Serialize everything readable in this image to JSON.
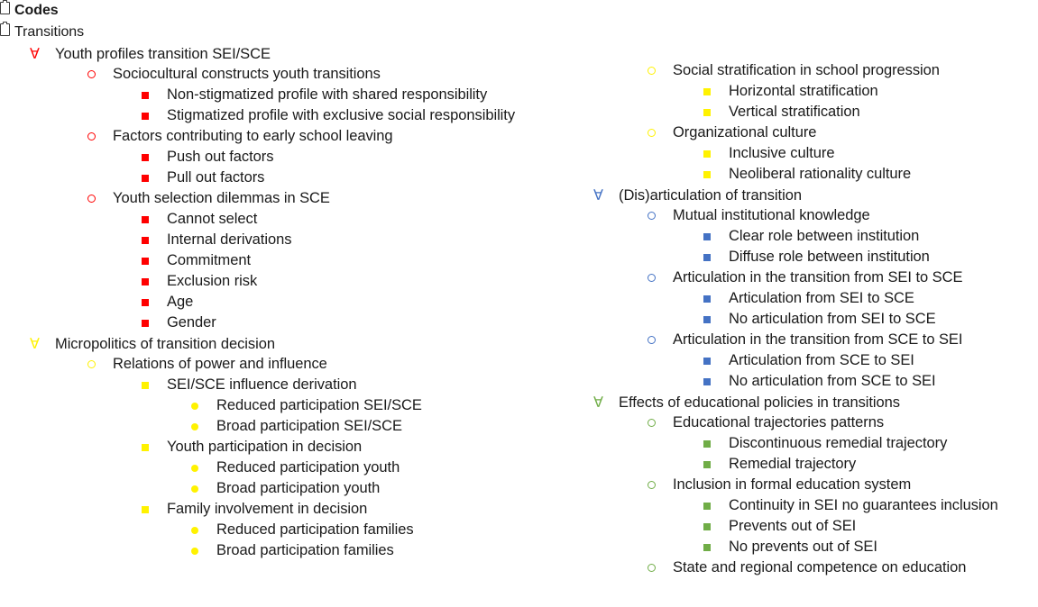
{
  "document": {
    "title": "Codes",
    "subtitle": "Transitions",
    "header_icon": "clipboard-icon"
  },
  "theme_colors": {
    "red": "#FF0000",
    "yellow": "#FFF200",
    "blue": "#4472C4",
    "green": "#70AD47",
    "text": "#1a1a1a",
    "background": "#FFFFFF"
  },
  "markers": {
    "level1": "forall-symbol",
    "level2": "open-circle",
    "level3": "filled-square",
    "level4": "filled-dot"
  },
  "columns": {
    "left": {
      "headers": [
        {
          "label": "Codes",
          "bold": true,
          "icon": "clipboard-icon"
        },
        {
          "label": "Transitions",
          "bold": false,
          "icon": "clipboard-icon"
        }
      ],
      "rows": [
        {
          "level": 1,
          "color": "red",
          "marker": "forall",
          "label": "Youth profiles transition SEI/SCE"
        },
        {
          "level": 2,
          "color": "red",
          "marker": "circle-open",
          "label": "Sociocultural constructs youth transitions"
        },
        {
          "level": 3,
          "color": "red",
          "marker": "square",
          "label": "Non-stigmatized profile with shared responsibility"
        },
        {
          "level": 3,
          "color": "red",
          "marker": "square",
          "label": "Stigmatized profile with exclusive social responsibility"
        },
        {
          "level": 2,
          "color": "red",
          "marker": "circle-open",
          "label": "Factors contributing to early school leaving"
        },
        {
          "level": 3,
          "color": "red",
          "marker": "square",
          "label": "Push out factors"
        },
        {
          "level": 3,
          "color": "red",
          "marker": "square",
          "label": "Pull out factors"
        },
        {
          "level": 2,
          "color": "red",
          "marker": "circle-open",
          "label": "Youth selection dilemmas in SCE"
        },
        {
          "level": 3,
          "color": "red",
          "marker": "square",
          "label": "Cannot select"
        },
        {
          "level": 3,
          "color": "red",
          "marker": "square",
          "label": "Internal derivations"
        },
        {
          "level": 3,
          "color": "red",
          "marker": "square",
          "label": "Commitment"
        },
        {
          "level": 3,
          "color": "red",
          "marker": "square",
          "label": "Exclusion risk"
        },
        {
          "level": 3,
          "color": "red",
          "marker": "square",
          "label": "Age"
        },
        {
          "level": 3,
          "color": "red",
          "marker": "square",
          "label": "Gender"
        },
        {
          "level": 1,
          "color": "yellow",
          "marker": "forall",
          "label": "Micropolitics of transition decision"
        },
        {
          "level": 2,
          "color": "yellow",
          "marker": "circle-open",
          "label": "Relations of power and influence"
        },
        {
          "level": 3,
          "color": "yellow",
          "marker": "square",
          "label": "SEI/SCE influence derivation"
        },
        {
          "level": 4,
          "color": "yellow",
          "marker": "dot",
          "label": "Reduced participation SEI/SCE"
        },
        {
          "level": 4,
          "color": "yellow",
          "marker": "dot",
          "label": "Broad participation SEI/SCE"
        },
        {
          "level": 3,
          "color": "yellow",
          "marker": "square",
          "label": "Youth participation in decision"
        },
        {
          "level": 4,
          "color": "yellow",
          "marker": "dot",
          "label": "Reduced participation youth"
        },
        {
          "level": 4,
          "color": "yellow",
          "marker": "dot",
          "label": "Broad participation youth"
        },
        {
          "level": 3,
          "color": "yellow",
          "marker": "square",
          "label": "Family involvement in decision"
        },
        {
          "level": 4,
          "color": "yellow",
          "marker": "dot",
          "label": "Reduced participation families"
        },
        {
          "level": 4,
          "color": "yellow",
          "marker": "dot",
          "label": "Broad participation families"
        }
      ]
    },
    "right": {
      "rows": [
        {
          "level": 2,
          "color": "yellow",
          "marker": "circle-open",
          "label": "Social stratification in school progression"
        },
        {
          "level": 3,
          "color": "yellow",
          "marker": "square",
          "label": "Horizontal stratification"
        },
        {
          "level": 3,
          "color": "yellow",
          "marker": "square",
          "label": "Vertical stratification"
        },
        {
          "level": 2,
          "color": "yellow",
          "marker": "circle-open",
          "label": "Organizational culture"
        },
        {
          "level": 3,
          "color": "yellow",
          "marker": "square",
          "label": "Inclusive culture"
        },
        {
          "level": 3,
          "color": "yellow",
          "marker": "square",
          "label": "Neoliberal rationality culture"
        },
        {
          "level": 1,
          "color": "blue",
          "marker": "forall",
          "label": "(Dis)articulation of transition"
        },
        {
          "level": 2,
          "color": "blue",
          "marker": "circle-open",
          "label": "Mutual institutional knowledge"
        },
        {
          "level": 3,
          "color": "blue",
          "marker": "square",
          "label": "Clear role between institution"
        },
        {
          "level": 3,
          "color": "blue",
          "marker": "square",
          "label": "Diffuse role between institution"
        },
        {
          "level": 2,
          "color": "blue",
          "marker": "circle-open",
          "label": "Articulation in the transition from SEI to SCE"
        },
        {
          "level": 3,
          "color": "blue",
          "marker": "square",
          "label": "Articulation from SEI to SCE"
        },
        {
          "level": 3,
          "color": "blue",
          "marker": "square",
          "label": "No articulation from SEI to SCE"
        },
        {
          "level": 2,
          "color": "blue",
          "marker": "circle-open",
          "label": "Articulation in the transition from SCE to SEI"
        },
        {
          "level": 3,
          "color": "blue",
          "marker": "square",
          "label": "Articulation from SCE to SEI"
        },
        {
          "level": 3,
          "color": "blue",
          "marker": "square",
          "label": "No articulation from SCE to SEI"
        },
        {
          "level": 1,
          "color": "green",
          "marker": "forall",
          "label": "Effects of educational policies in transitions"
        },
        {
          "level": 2,
          "color": "green",
          "marker": "circle-open",
          "label": "Educational trajectories patterns"
        },
        {
          "level": 3,
          "color": "green",
          "marker": "square",
          "label": "Discontinuous remedial trajectory"
        },
        {
          "level": 3,
          "color": "green",
          "marker": "square",
          "label": "Remedial trajectory"
        },
        {
          "level": 2,
          "color": "green",
          "marker": "circle-open",
          "label": "Inclusion in formal education system"
        },
        {
          "level": 3,
          "color": "green",
          "marker": "square",
          "label": "Continuity in SEI no guarantees inclusion"
        },
        {
          "level": 3,
          "color": "green",
          "marker": "square",
          "label": "Prevents out of SEI"
        },
        {
          "level": 3,
          "color": "green",
          "marker": "square",
          "label": "No prevents out of SEI"
        },
        {
          "level": 2,
          "color": "green",
          "marker": "circle-open",
          "label": "State and regional competence on education"
        }
      ]
    }
  }
}
